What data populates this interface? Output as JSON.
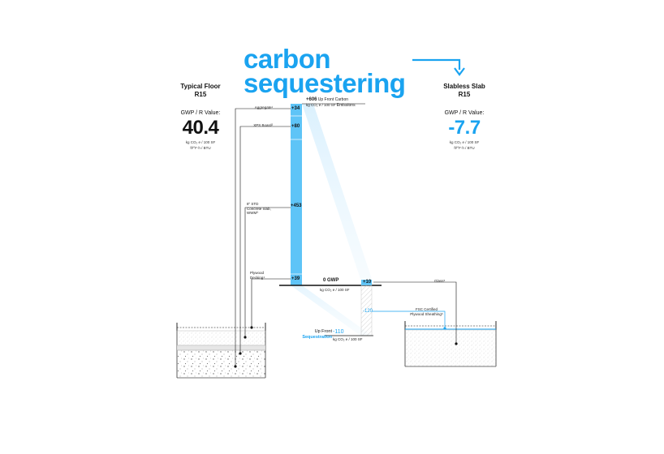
{
  "headline": {
    "line1": "carbon",
    "line2": "sequestering"
  },
  "typical_floor": {
    "name": "Typical Floor",
    "r_value": "R15",
    "gwp_label": "GWP / R Value:",
    "gwp": "40.4",
    "unit1": "kg CO₂ e / 100 SF",
    "unit2": "ft²°F·h / BTU"
  },
  "slabless_slab": {
    "name": "Slabless Slab",
    "r_value": "R15",
    "gwp_label": "GWP / R Value:",
    "gwp": "-7.7",
    "unit1": "kg CO₂ e / 100 SF",
    "unit2": "ft²°F·h / BTU"
  },
  "upfront_carbon": {
    "value": "+606",
    "label_line1": "Up Front Carbon",
    "label_line2": "Emissions",
    "unit": "kg CO₂ e / 100 SF"
  },
  "typical_layers": [
    {
      "label": "Aggregate¹",
      "value": "+34",
      "gwp": 34
    },
    {
      "label": "XPS Board²",
      "value": "+80",
      "gwp": 80
    },
    {
      "label": "8\" STD Concrete Slab, WWM³",
      "value": "+453",
      "gwp": 453
    },
    {
      "label": "Plywood Decking⁴",
      "value": "+39",
      "gwp": 39
    }
  ],
  "zero_line": {
    "label": "0 GWP",
    "unit": "kg CO₂ e / 100 SF"
  },
  "slabless_layers": [
    {
      "label": "Glass⁵",
      "value": "+10",
      "gwp": 10
    },
    {
      "label": "FSC Certified Plywood Sheathing⁶",
      "value": "-120",
      "gwp": -120
    }
  ],
  "sequestration": {
    "label_line1": "Up Front",
    "label_line2": "Sequestration",
    "value": "-110",
    "unit": "kg CO₂ e / 100 SF"
  },
  "colors": {
    "accent": "#1aa3f0",
    "bar": "#5ec4f7",
    "ink": "#111111"
  }
}
